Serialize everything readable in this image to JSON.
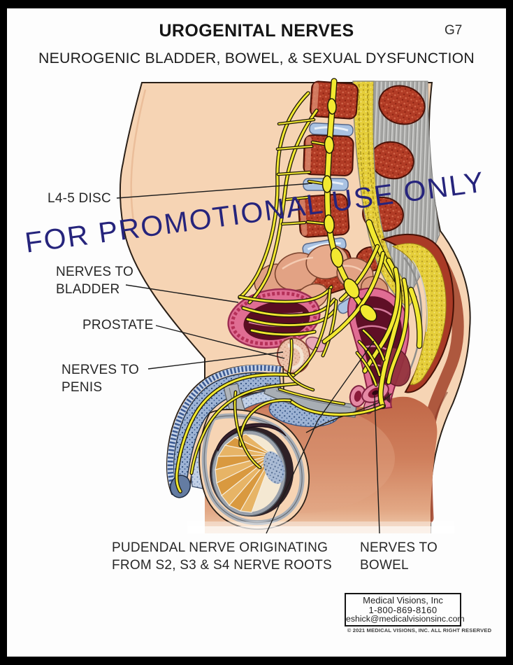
{
  "page": {
    "title": "UROGENITAL NERVES",
    "plate_code": "G7",
    "subtitle": "NEUROGENIC BLADDER, BOWEL, & SEXUAL DYSFUNCTION",
    "watermark": "FOR PROMOTIONAL USE ONLY"
  },
  "figure": {
    "type": "medical-illustration",
    "description": "Sagittal cut-away view of the male pelvis showing lumbar spine, sacrum, bladder, prostate, rectum, penis and testicle with yellow urogenital nerve pathways",
    "labels": {
      "l45_disc": "L4-5 DISC",
      "bladder_1": "NERVES TO",
      "bladder_2": "BLADDER",
      "prostate": "PROSTATE",
      "penis_1": "NERVES TO",
      "penis_2": "PENIS",
      "pudendal_1": "PUDENDAL NERVE ORIGINATING",
      "pudendal_2": "FROM S2, S3 & S4 NERVE ROOTS",
      "bowel_1": "NERVES TO",
      "bowel_2": "BOWEL"
    }
  },
  "footer": {
    "company": "Medical Visions, Inc",
    "phone": "1-800-869-8160",
    "email": "eshick@medicalvisionsinc.com",
    "copyright": "© 2021 MEDICAL VISIONS, INC. ALL RIGHT RESERVED"
  },
  "colors": {
    "ink": "#222222",
    "watermark_navy": "#26247c",
    "nerve_yellow": "#f2e930",
    "skin": "#f6d4b4",
    "thigh_terracotta": "#cc7753",
    "gluteal_maroon": "#a64a31",
    "bone_red": "#b23a24",
    "disc_blue": "#a9c2e2",
    "marrow_yellow": "#e3cc35",
    "muscle_gray": "#b3b3b1",
    "organ_pink": "#d85a82",
    "organ_interior": "#5a0d22",
    "colon_flesh": "#e2a284",
    "prostate_tan": "#ecc3ae",
    "cavernosum_blue": "#8fa9cc",
    "testis_tan": "#e7b466",
    "outline": "#2a2018"
  }
}
